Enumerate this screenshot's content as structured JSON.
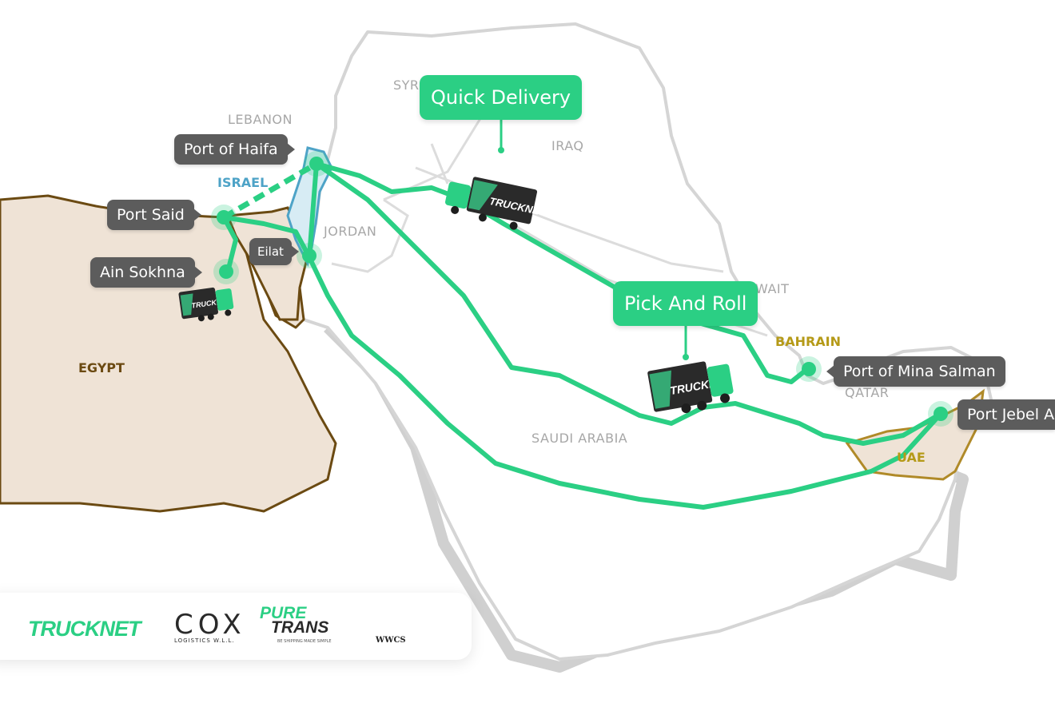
{
  "map": {
    "countries": {
      "syria": "SYR",
      "lebanon": "LEBANON",
      "israel": "ISRAEL",
      "jordan": "JORDAN",
      "iraq": "IRAQ",
      "kuwait": "WAIT",
      "bahrain": "BAHRAIN",
      "qatar": "QATAR",
      "saudi_arabia": "SAUDI ARABIA",
      "uae": "UAE",
      "egypt": "EGYPT"
    },
    "ports": {
      "haifa": "Port of Haifa",
      "said": "Port Said",
      "ain_sokhna": "Ain Sokhna",
      "eilat": "Eilat",
      "mina_salman": "Port of Mina Salman",
      "jebel_ali": "Port Jebel A"
    },
    "services": {
      "quick_delivery": "Quick Delivery",
      "pick_and_roll": "Pick And Roll"
    },
    "truck_brand": "TRUCKNET"
  },
  "logos": {
    "trucknet": "TRUCKNET",
    "cox": "COX",
    "cox_sub": "LOGISTICS W.L.L.",
    "pure_top": "PURE",
    "pure_bottom": "TRANS",
    "pure_tag": "BE SHIPPING MADE SIMPLE",
    "wwcs": "WWCS"
  },
  "colors": {
    "route": "#2bcf84",
    "port_label_bg": "#5c5c5c",
    "egypt_fill": "#efe3d6",
    "border_brown": "#6b4a12",
    "israel": "#4ea3c7",
    "gulf_gold": "#b59a18",
    "map_outline": "#d5d5d5"
  }
}
